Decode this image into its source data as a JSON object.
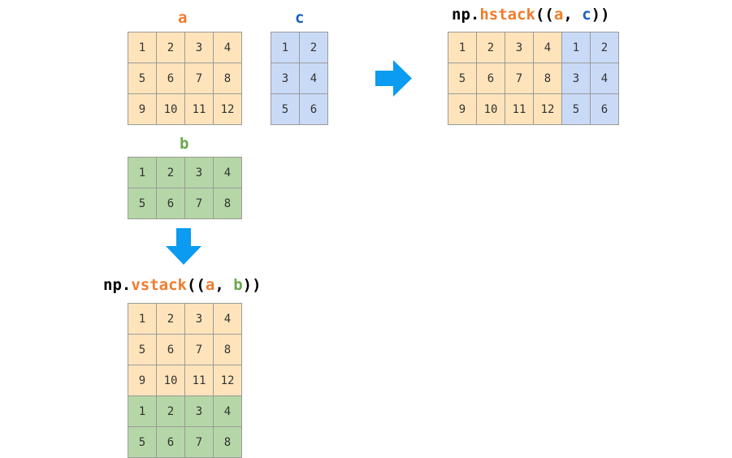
{
  "colors": {
    "a": "#ffe4bb",
    "b": "#b5d7a7",
    "c": "#c9daf7",
    "hstack_accent": "#f07c2c",
    "a_label": "#f07c2c",
    "b_label": "#6aa84f",
    "c_label": "#1a5fbf",
    "arrow": "#0b9bf0",
    "text": "#000000"
  },
  "arrays": {
    "a": {
      "label": "a",
      "rows": [
        [
          "1",
          "2",
          "3",
          "4"
        ],
        [
          "5",
          "6",
          "7",
          "8"
        ],
        [
          "9",
          "10",
          "11",
          "12"
        ]
      ]
    },
    "b": {
      "label": "b",
      "rows": [
        [
          "1",
          "2",
          "3",
          "4"
        ],
        [
          "5",
          "6",
          "7",
          "8"
        ]
      ]
    },
    "c": {
      "label": "c",
      "rows": [
        [
          "1",
          "2"
        ],
        [
          "3",
          "4"
        ],
        [
          "5",
          "6"
        ]
      ]
    }
  },
  "hstack": {
    "prefix": "np.",
    "func": "hstack",
    "open": "((",
    "arg1": "a",
    "sep": ", ",
    "arg2": "c",
    "close": "))",
    "rows": [
      [
        "1",
        "2",
        "3",
        "4",
        "1",
        "2"
      ],
      [
        "5",
        "6",
        "7",
        "8",
        "3",
        "4"
      ],
      [
        "9",
        "10",
        "11",
        "12",
        "5",
        "6"
      ]
    ],
    "sources": [
      [
        "a",
        "a",
        "a",
        "a",
        "c",
        "c"
      ],
      [
        "a",
        "a",
        "a",
        "a",
        "c",
        "c"
      ],
      [
        "a",
        "a",
        "a",
        "a",
        "c",
        "c"
      ]
    ]
  },
  "vstack": {
    "prefix": "np.",
    "func": "vstack",
    "open": "((",
    "arg1": "a",
    "sep": ", ",
    "arg2": "b",
    "close": "))",
    "rows": [
      [
        "1",
        "2",
        "3",
        "4"
      ],
      [
        "5",
        "6",
        "7",
        "8"
      ],
      [
        "9",
        "10",
        "11",
        "12"
      ],
      [
        "1",
        "2",
        "3",
        "4"
      ],
      [
        "5",
        "6",
        "7",
        "8"
      ]
    ],
    "sources": [
      [
        "a",
        "a",
        "a",
        "a"
      ],
      [
        "a",
        "a",
        "a",
        "a"
      ],
      [
        "a",
        "a",
        "a",
        "a"
      ],
      [
        "b",
        "b",
        "b",
        "b"
      ],
      [
        "b",
        "b",
        "b",
        "b"
      ]
    ]
  }
}
